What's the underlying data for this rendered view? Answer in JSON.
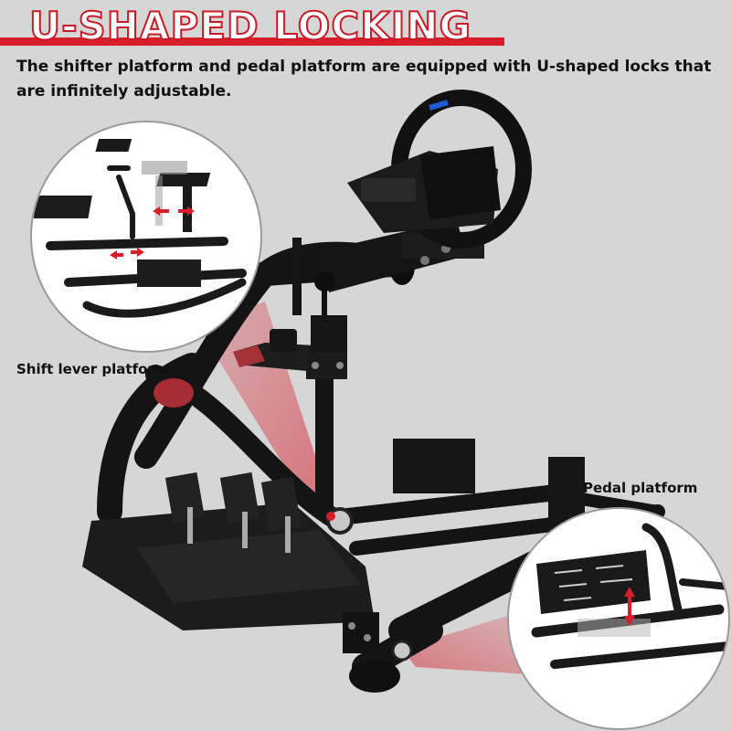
{
  "headline": "U-SHAPED LOCKING",
  "subtitle": "The shifter platform and pedal platform are equipped with U-shaped locks that are infinitely adjustable.",
  "callouts": {
    "shift_lever": "Shift lever platform",
    "pedal": "Pedal platform"
  },
  "colors": {
    "accent": "#d81e2a",
    "background": "#d6d6d6",
    "frame": "#141414"
  },
  "icons": [
    "steering-wheel",
    "gear-shifter",
    "pedal-set",
    "adjust-arrows"
  ]
}
